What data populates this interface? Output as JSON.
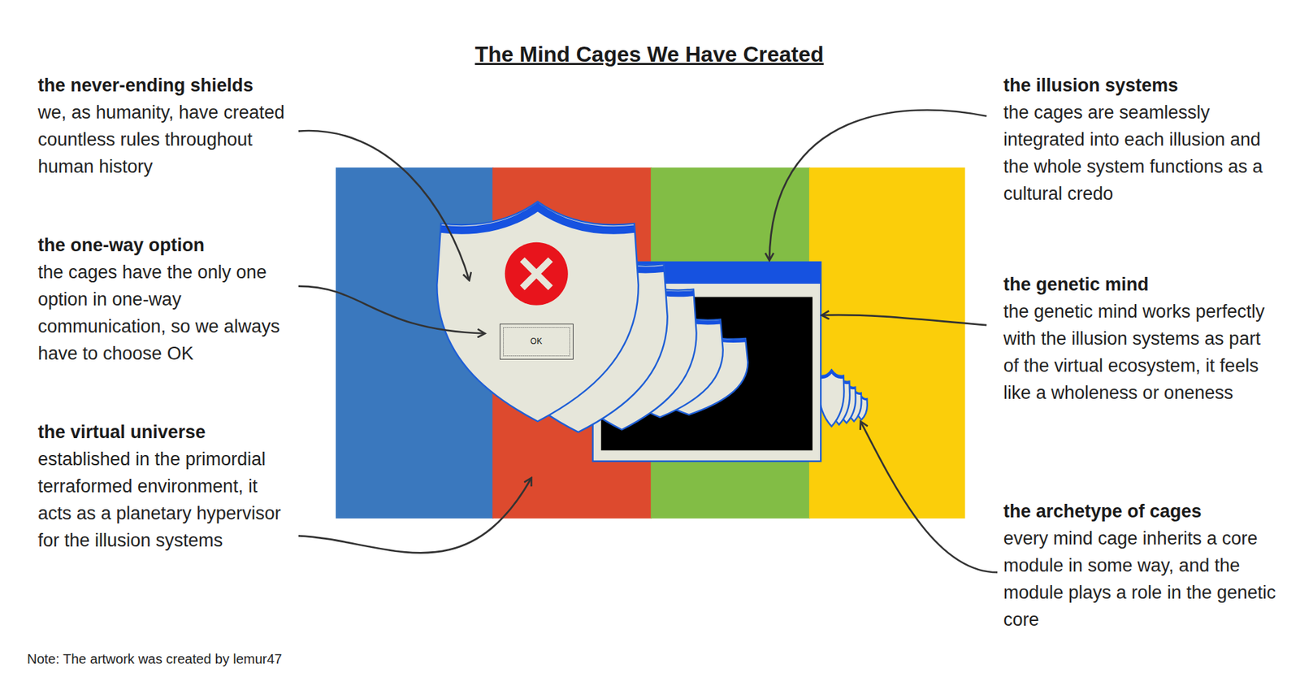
{
  "diagram": {
    "title": "The Mind Cages We Have Created",
    "nodes": [
      {
        "text": [
          "OK"
        ]
      }
    ],
    "labels": [
      "the never-ending shields",
      "we, as humanity, have created countless rules throughout human history",
      "the one-way option",
      "the cages have the only one option in one-way communication, so we always have to choose OK",
      "the virtual universe",
      "established in the primordial terraformed environment, it acts as a planetary hypervisor for the illusion systems",
      "the illusion systems",
      "the cages are seamlessly integrated into each illusion and the whole system functions as a cultural credo",
      "the genetic mind",
      "the genetic mind works perfectly with the illusion systems as part of the virtual ecosystem, it feels like a wholeness or oneness",
      "the archetype of cages",
      "every mind cage inherits a core module in some way, and the module plays a role in the genetic core",
      "Note: The artwork was created by lemur47"
    ]
  }
}
